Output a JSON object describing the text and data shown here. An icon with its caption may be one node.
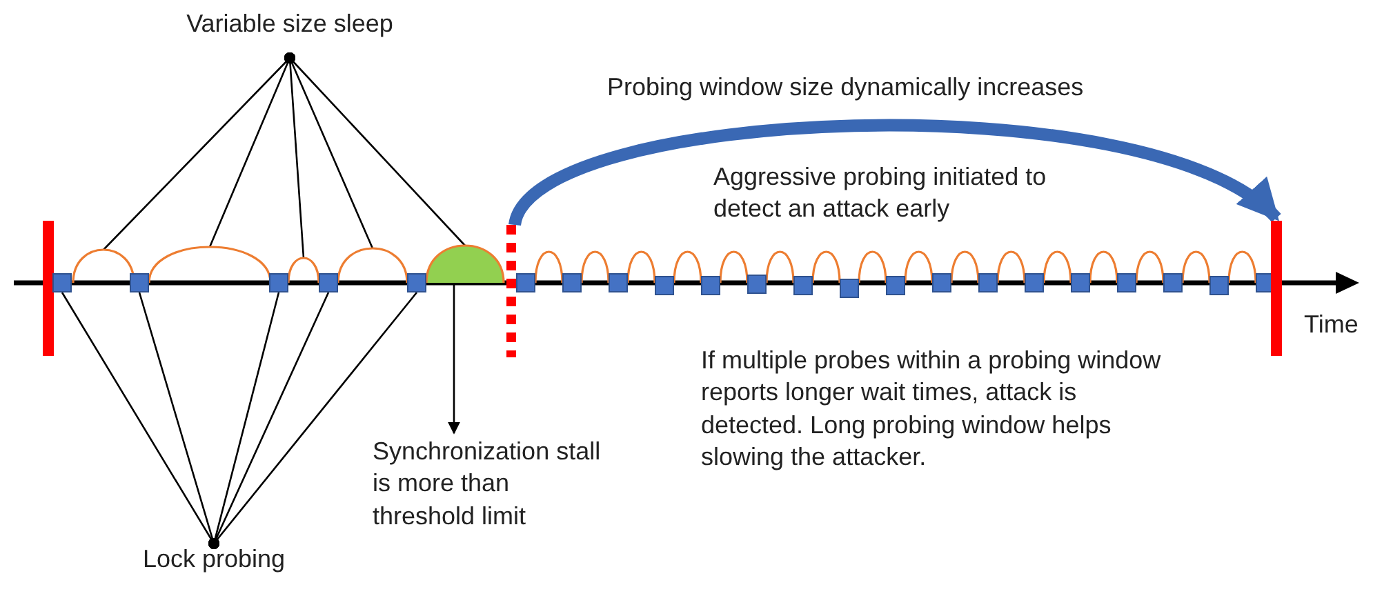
{
  "diagram": {
    "nodes": [
      {
        "text": [
          "Variable size sleep"
        ]
      },
      {
        "text": [],
        "shape": "bar"
      },
      {
        "text": [],
        "shape": "arc"
      },
      {
        "text": [],
        "shape": "arc"
      },
      {
        "text": [],
        "shape": "arc"
      },
      {
        "text": [],
        "shape": "arc"
      },
      {
        "text": [],
        "shape": "arc"
      },
      {
        "text": [],
        "shape": "box"
      },
      {
        "text": [],
        "shape": "box"
      },
      {
        "text": [],
        "shape": "box"
      },
      {
        "text": [],
        "shape": "box"
      },
      {
        "text": [],
        "shape": "box"
      },
      {
        "text": [],
        "shape": "bar"
      },
      {
        "text": [],
        "shape": "bar"
      },
      {
        "text": [
          "Synchronization stall is more than threshold limit"
        ]
      },
      {
        "text": [
          "Lock probing"
        ]
      }
    ],
    "edges": [
      {
        "from": 0,
        "to": 2,
        "arrow": "other"
      },
      {
        "from": 0,
        "to": 3,
        "arrow": "other"
      },
      {
        "from": 0,
        "to": 4,
        "arrow": "other"
      },
      {
        "from": 0,
        "to": 5,
        "arrow": "other"
      },
      {
        "from": 0,
        "to": 6,
        "arrow": "other"
      },
      {
        "from": 15,
        "to": 7,
        "arrow": "other"
      },
      {
        "from": 15,
        "to": 8,
        "arrow": "other"
      },
      {
        "from": 15,
        "to": 9,
        "arrow": "other"
      },
      {
        "from": 15,
        "to": 10,
        "arrow": "other"
      },
      {
        "from": 15,
        "to": 11,
        "arrow": "other"
      },
      {
        "from": 6,
        "to": 14,
        "arrow": "to"
      },
      {
        "from": 12,
        "to": 13,
        "arrow": "to",
        "style": "thick",
        "color": "#3a68b4"
      }
    ],
    "labels": [
      "Probing window size dynamically increases",
      "Aggressive probing initiated to detect an attack early",
      "Time",
      "If multiple probes within a probing window reports longer wait times, attack is detected. Long probing window helps slowing the attacker."
    ]
  }
}
